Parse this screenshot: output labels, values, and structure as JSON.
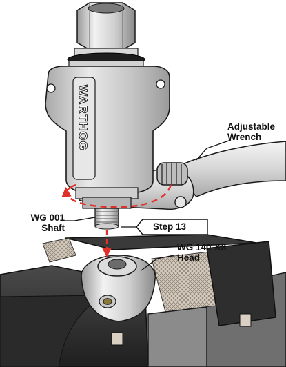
{
  "labels": {
    "wrench_line1": "Adjustable",
    "wrench_line2": "Wrench",
    "shaft_line1": "WG 001",
    "shaft_line2": "Shaft",
    "step": "Step 13",
    "head_line1": "WG 140-XX",
    "head_line2": "Head",
    "brand": "WARTHOG"
  },
  "colors": {
    "arrow": "#e0302a",
    "metal_light": "#eeeeee",
    "metal_mid": "#c8c8c8",
    "metal_dark": "#8e8e8e",
    "vise_dark": "#2b2b2b",
    "vise_body": "#6e6e6e",
    "jaw_pad": "#cfc4b5",
    "outline": "#1a1a1a"
  },
  "icons": [
    "rotation-arrow-icon",
    "insert-arrow-icon"
  ]
}
